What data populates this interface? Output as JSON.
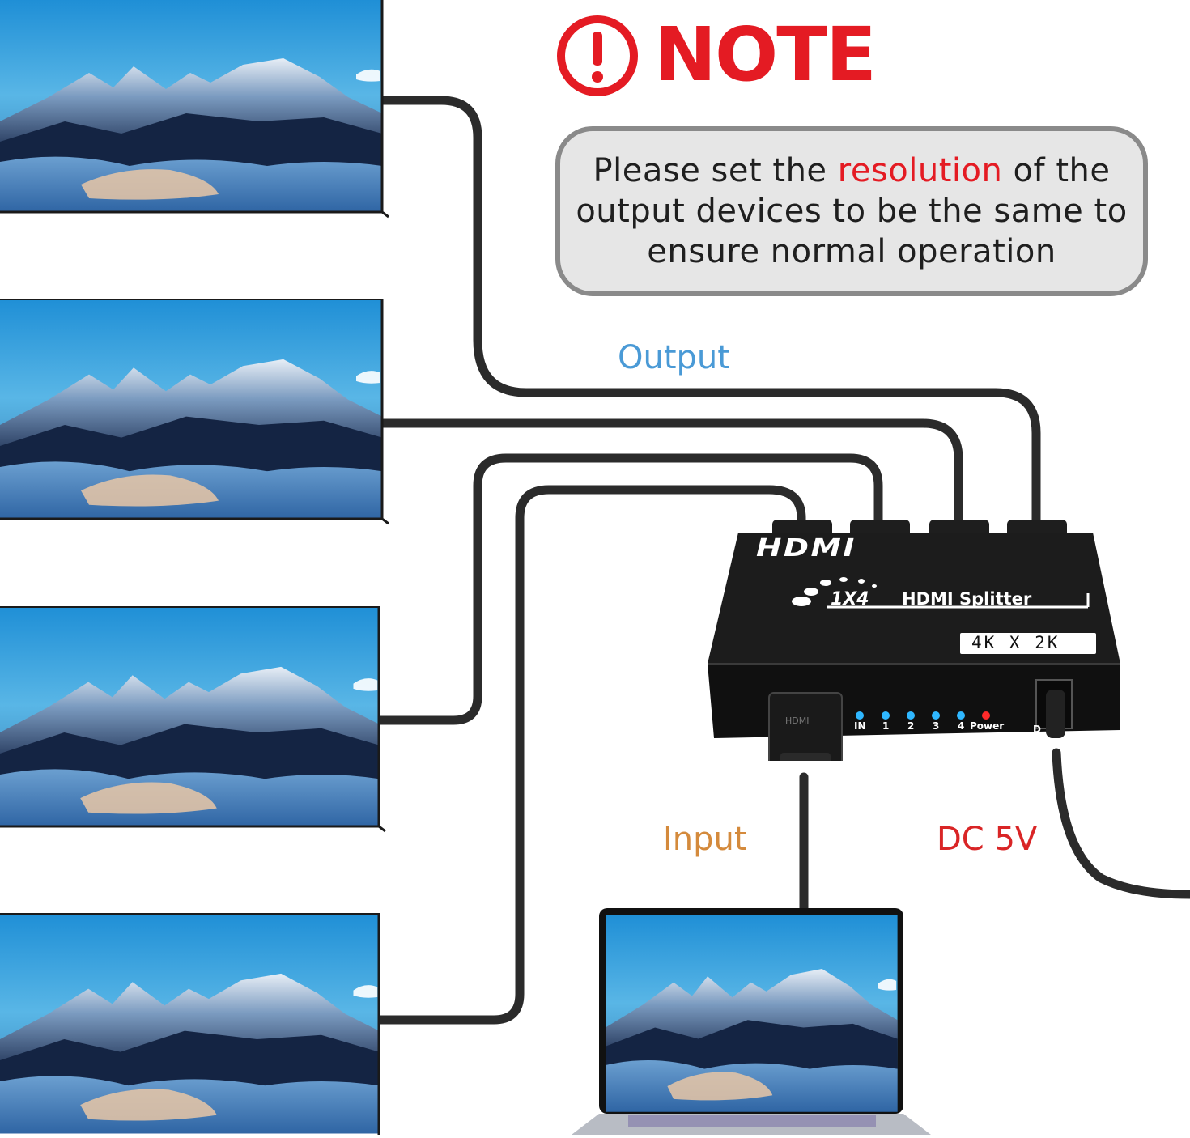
{
  "heading": {
    "icon": "exclamation-circle-icon",
    "title": "NOTE"
  },
  "note": {
    "part1": "Please set the ",
    "highlight": "resolution",
    "part2": " of the output devices to be the same to ensure normal operation"
  },
  "labels": {
    "output": "Output",
    "input": "Input",
    "dc": "DC 5V"
  },
  "device": {
    "brand": "HDMI",
    "model_prefix": "1X4",
    "model_name": "HDMI Splitter",
    "resolution_badge": "4K X 2K",
    "port_in_label": "HDMI",
    "leds": [
      "IN",
      "1",
      "2",
      "3",
      "4",
      "Power"
    ],
    "dc_port_label": "D"
  },
  "colors": {
    "accent_red": "#e41b23",
    "output_blue": "#4a9ad6",
    "input_orange": "#d48a3c",
    "dc_red": "#d92526",
    "cable": "#333333",
    "led_blue": "#2fb7ff",
    "led_red": "#ff2a2a"
  }
}
